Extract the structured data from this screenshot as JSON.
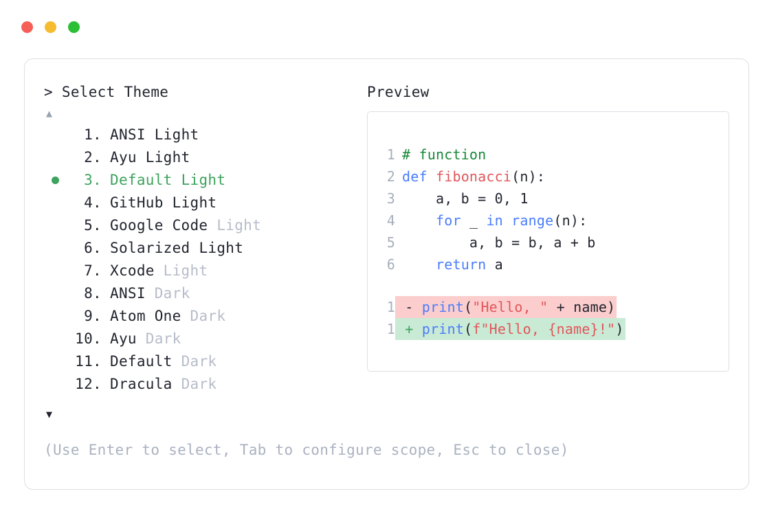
{
  "window": {
    "traffic_lights": [
      {
        "name": "close",
        "color": "#f55f57"
      },
      {
        "name": "minimize",
        "color": "#f6bb2e"
      },
      {
        "name": "zoom",
        "color": "#2bbf35"
      }
    ]
  },
  "prompt": {
    "marker": ">",
    "title": "Select Theme",
    "scroll_up": "▲",
    "scroll_down": "▼"
  },
  "themes": [
    {
      "num": "1.",
      "name": "ANSI",
      "variant": "Light",
      "variant_strong": true,
      "selected": false
    },
    {
      "num": "2.",
      "name": "Ayu",
      "variant": "Light",
      "variant_strong": true,
      "selected": false
    },
    {
      "num": "3.",
      "name": "Default",
      "variant": "Light",
      "variant_strong": true,
      "selected": true
    },
    {
      "num": "4.",
      "name": "GitHub",
      "variant": "Light",
      "variant_strong": true,
      "selected": false
    },
    {
      "num": "5.",
      "name": "Google Code",
      "variant": "Light",
      "variant_strong": false,
      "selected": false
    },
    {
      "num": "6.",
      "name": "Solarized",
      "variant": "Light",
      "variant_strong": true,
      "selected": false
    },
    {
      "num": "7.",
      "name": "Xcode",
      "variant": "Light",
      "variant_strong": false,
      "selected": false
    },
    {
      "num": "8.",
      "name": "ANSI",
      "variant": "Dark",
      "variant_strong": false,
      "selected": false
    },
    {
      "num": "9.",
      "name": "Atom One",
      "variant": "Dark",
      "variant_strong": false,
      "selected": false
    },
    {
      "num": "10.",
      "name": "Ayu",
      "variant": "Dark",
      "variant_strong": false,
      "selected": false
    },
    {
      "num": "11.",
      "name": "Default",
      "variant": "Dark",
      "variant_strong": false,
      "selected": false
    },
    {
      "num": "12.",
      "name": "Dracula",
      "variant": "Dark",
      "variant_strong": false,
      "selected": false
    }
  ],
  "hint": "(Use Enter to select, Tab to configure scope, Esc to close)",
  "preview": {
    "title": "Preview",
    "lines": [
      {
        "num": "1",
        "tokens": [
          {
            "t": "# function",
            "c": "comment"
          }
        ]
      },
      {
        "num": "2",
        "tokens": [
          {
            "t": "def ",
            "c": "kw"
          },
          {
            "t": "fibonacci",
            "c": "fn"
          },
          {
            "t": "(n):",
            "c": "plain"
          }
        ]
      },
      {
        "num": "3",
        "tokens": [
          {
            "t": "    a, b = 0, 1",
            "c": "plain"
          }
        ]
      },
      {
        "num": "4",
        "tokens": [
          {
            "t": "    ",
            "c": "plain"
          },
          {
            "t": "for",
            "c": "kw"
          },
          {
            "t": " _ ",
            "c": "plain"
          },
          {
            "t": "in range",
            "c": "kw"
          },
          {
            "t": "(n):",
            "c": "plain"
          }
        ]
      },
      {
        "num": "5",
        "tokens": [
          {
            "t": "        a, b = b, a + b",
            "c": "plain"
          }
        ]
      },
      {
        "num": "6",
        "tokens": [
          {
            "t": "    ",
            "c": "plain"
          },
          {
            "t": "return",
            "c": "kw"
          },
          {
            "t": " a",
            "c": "plain"
          }
        ]
      }
    ],
    "diff": [
      {
        "num": "1",
        "marker": "-",
        "kind": "del",
        "tokens": [
          {
            "t": "print",
            "c": "kw"
          },
          {
            "t": "(",
            "c": "plain"
          },
          {
            "t": "\"Hello, \"",
            "c": "str"
          },
          {
            "t": " + name)",
            "c": "plain"
          }
        ]
      },
      {
        "num": "1",
        "marker": "+",
        "kind": "add",
        "tokens": [
          {
            "t": "print",
            "c": "kw"
          },
          {
            "t": "(",
            "c": "plain"
          },
          {
            "t": "f\"Hello, {name}!\"",
            "c": "str"
          },
          {
            "t": ")",
            "c": "plain"
          }
        ]
      }
    ]
  }
}
